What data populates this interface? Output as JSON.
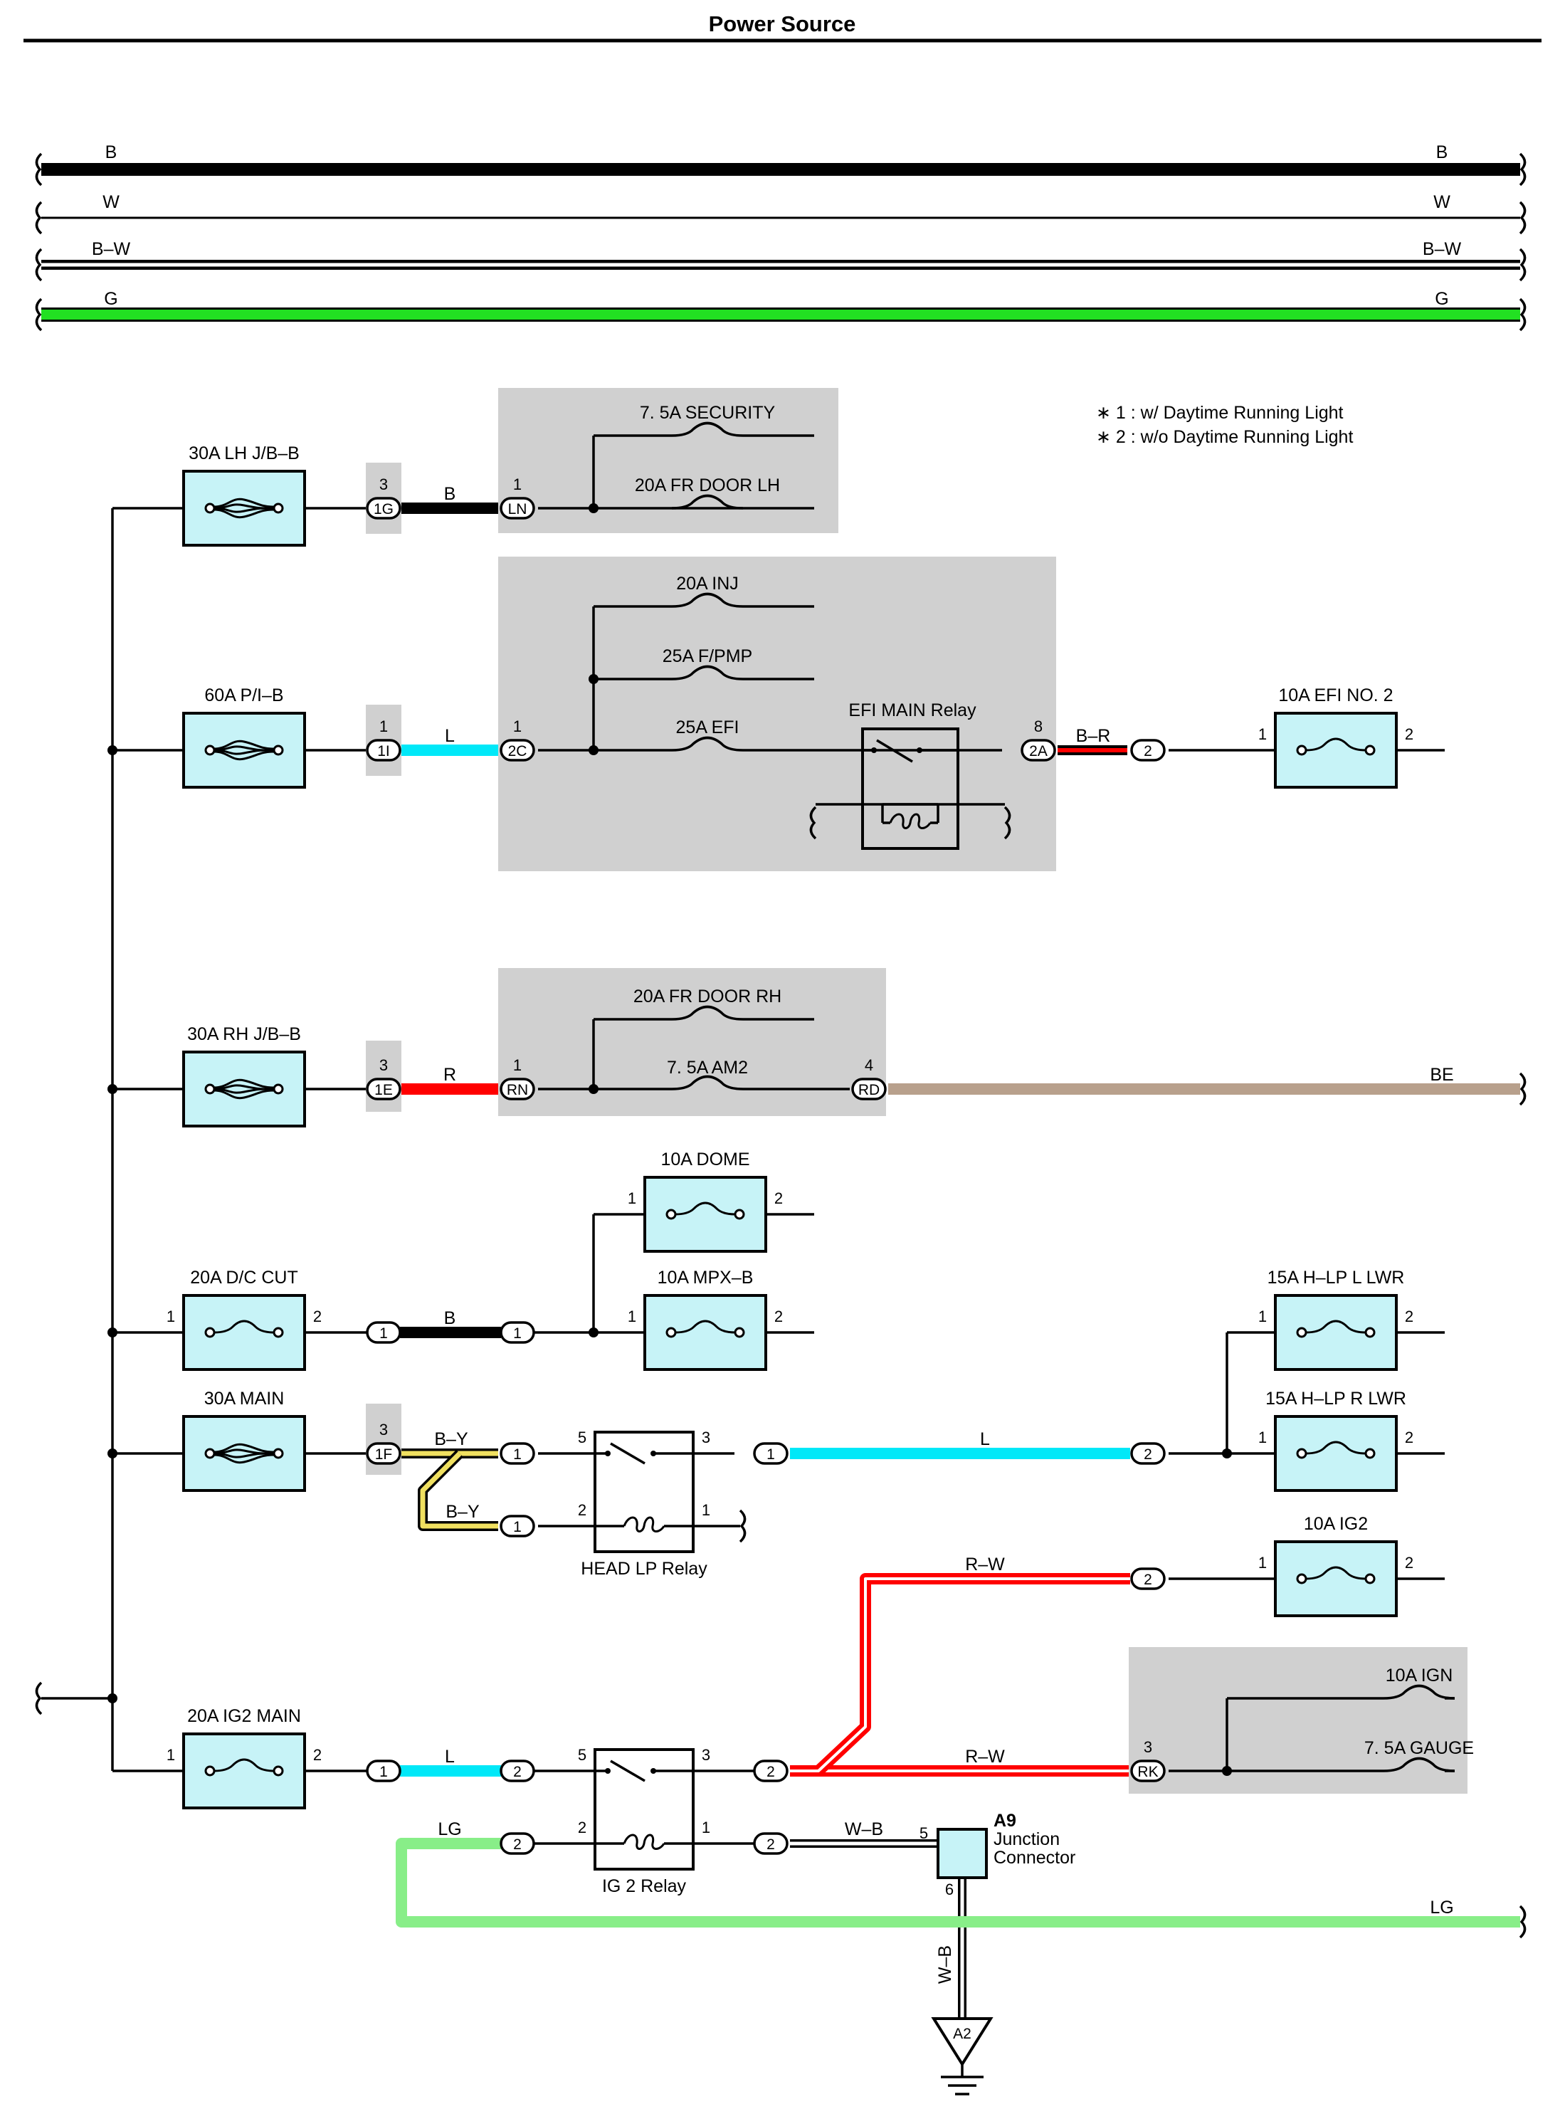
{
  "title": "Power Source",
  "notes": [
    "∗ 1 : w/ Daytime Running Light",
    "∗ 2 : w/o Daytime Running Light"
  ],
  "colors": {
    "B": "#000000",
    "W": "#ffffff",
    "L": "#00e8f8",
    "R": "#ff0000",
    "G": "#22e022",
    "LG": "#88ee88",
    "BE": "#b8a08c",
    "B-Y": "#f0e060",
    "R-W": "#ff0000",
    "B-R": "#ff0000",
    "W-B": "#ffffff",
    "fuse_fill": "#c7f3f7",
    "junction_block": "#d0d0d0"
  },
  "top_wires": [
    {
      "left": "B",
      "right": "B"
    },
    {
      "left": "W",
      "right": "W"
    },
    {
      "left": "B–W",
      "right": "B–W"
    },
    {
      "left": "G",
      "right": "G"
    }
  ],
  "fuses": {
    "lh_jb": "30A LH J/B–B",
    "pib": "60A P/I–B",
    "rh_jb": "30A RH J/B–B",
    "dc_cut": "20A D/C CUT",
    "main": "30A MAIN",
    "ig2_main": "20A IG2 MAIN",
    "security": "7. 5A SECURITY",
    "fr_door_lh": "20A FR DOOR LH",
    "inj": "20A INJ",
    "fpmp": "25A F/PMP",
    "efi": "25A EFI",
    "efi_no2": "10A EFI NO. 2",
    "fr_door_rh": "20A FR DOOR RH",
    "am2": "7. 5A AM2",
    "dome": "10A DOME",
    "mpxb": "10A MPX–B",
    "hlp_l": "15A H–LP L LWR",
    "hlp_r": "15A H–LP R LWR",
    "ig2": "10A IG2",
    "ign": "10A IGN",
    "gauge": "7. 5A GAUGE"
  },
  "relays": {
    "efi_main": "EFI MAIN Relay",
    "head_lp": "HEAD LP Relay",
    "ig2": "IG 2 Relay"
  },
  "junction": {
    "id": "A9",
    "line1": "Junction",
    "line2": "Connector"
  },
  "ground": "A2",
  "connectors": {
    "c1G": "1G",
    "cLN": "LN",
    "c1I": "1I",
    "c2C": "2C",
    "c2A": "2A",
    "c2": "2",
    "c1E": "1E",
    "cRN": "RN",
    "cRD": "RD",
    "c1": "1",
    "c1F": "1F",
    "cRK": "RK"
  },
  "pins": {
    "p1": "1",
    "p2": "2",
    "p3": "3",
    "p4": "4",
    "p5": "5",
    "p6": "6",
    "p8": "8"
  },
  "wire_labels": {
    "B": "B",
    "L": "L",
    "R": "R",
    "BR": "B–R",
    "BE": "BE",
    "BY": "B–Y",
    "RW": "R–W",
    "LG": "LG",
    "WB": "W–B"
  }
}
